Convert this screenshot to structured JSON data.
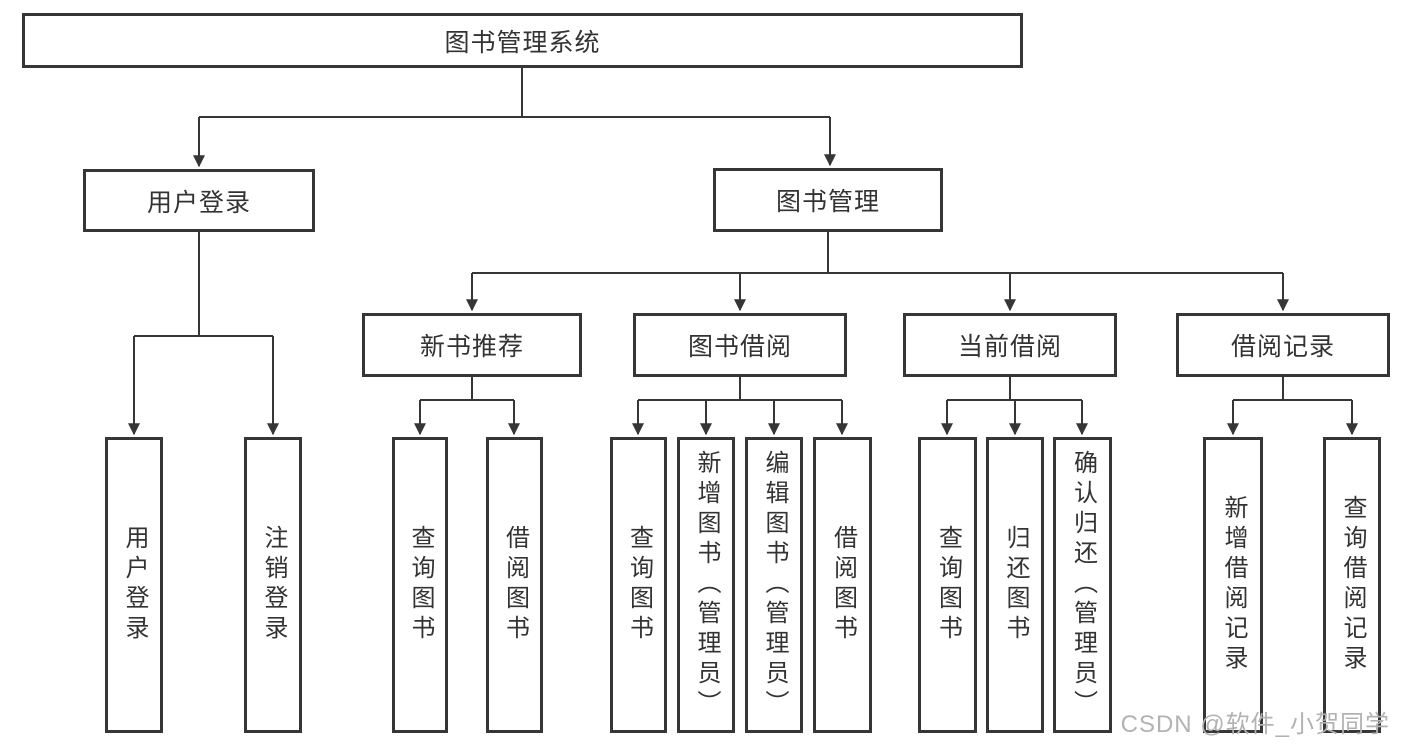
{
  "diagram": {
    "root_label": "图书管理系统",
    "branches": [
      {
        "label": "用户登录",
        "children": [
          "用户登录",
          "注销登录"
        ]
      },
      {
        "label": "图书管理",
        "children": [
          {
            "label": "新书推荐",
            "children": [
              "查询图书",
              "借阅图书"
            ]
          },
          {
            "label": "图书借阅",
            "children": [
              "查询图书",
              "新增图书（管理员）",
              "编辑图书（管理员）",
              "借阅图书"
            ]
          },
          {
            "label": "当前借阅",
            "children": [
              "查询图书",
              "归还图书",
              "确认归还（管理员）"
            ]
          },
          {
            "label": "借阅记录",
            "children": [
              "新增借阅记录",
              "查询借阅记录"
            ]
          }
        ]
      }
    ],
    "watermark": "CSDN @软件_小贺同学",
    "colors": {
      "line": "#363636",
      "text": "#333333",
      "watermark": "#b2b2b2",
      "background": "#ffffff"
    }
  }
}
